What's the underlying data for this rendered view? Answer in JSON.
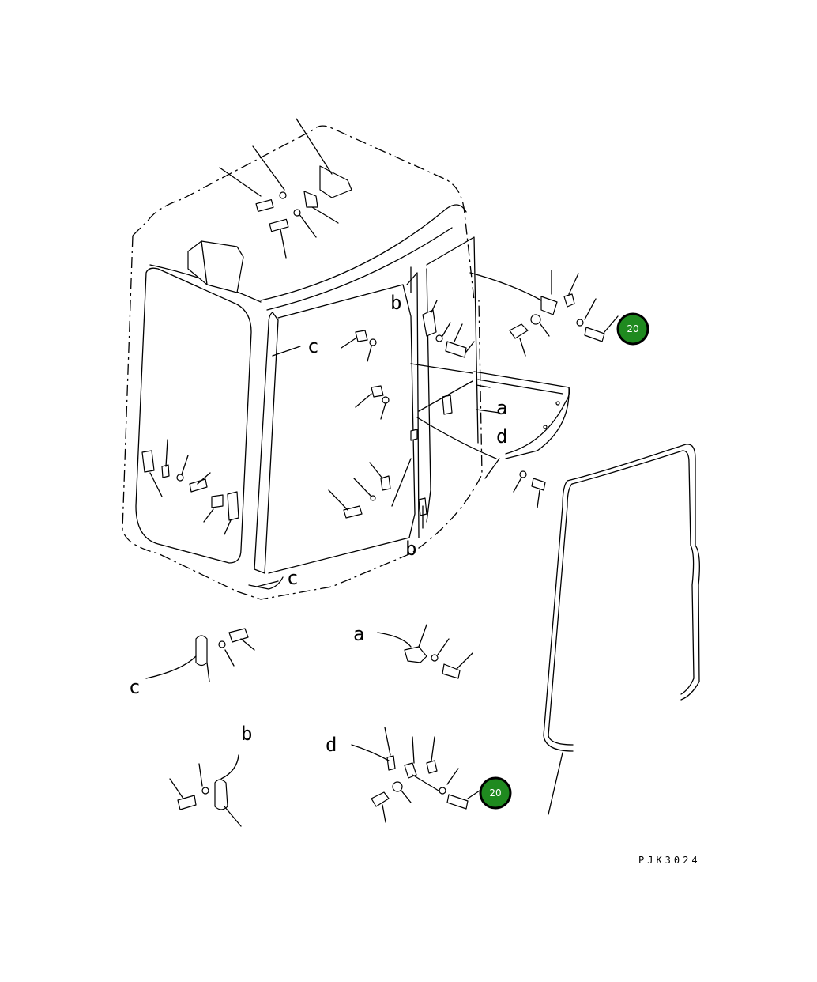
{
  "diagram": {
    "callout_letters": {
      "a": "a",
      "b": "b",
      "c": "c",
      "d": "d"
    },
    "badges": [
      {
        "id": "badge-upper",
        "label": "20",
        "color": "#1f8a1f"
      },
      {
        "id": "badge-lower",
        "label": "20",
        "color": "#1f8a1f"
      }
    ],
    "drawing_code": "PJK3024"
  }
}
